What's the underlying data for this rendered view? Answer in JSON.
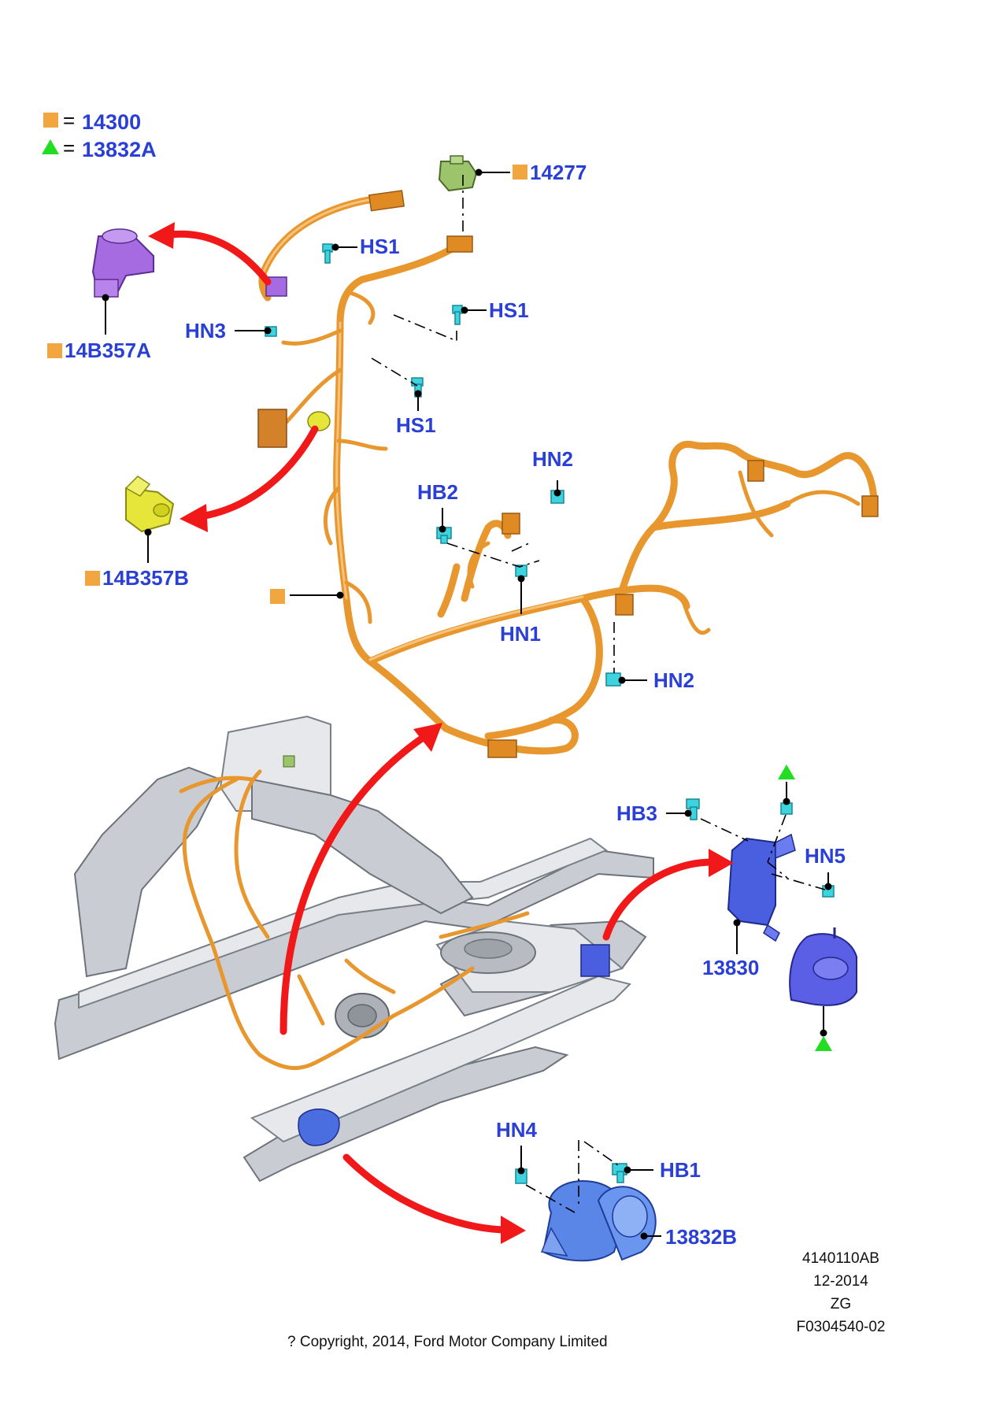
{
  "legend": {
    "square_ref": "14300",
    "triangle_ref": "13832A",
    "equals": "=",
    "square_color": "#f2a63f",
    "triangle_color": "#22dd22"
  },
  "labels": {
    "part_14277": "14277",
    "hs1_top": "HS1",
    "hs1_mid": "HS1",
    "hs1_low": "HS1",
    "hn3": "HN3",
    "part_14b357a": "14B357A",
    "part_14b357b": "14B357B",
    "hn2_top": "HN2",
    "hb2": "HB2",
    "hn1": "HN1",
    "hn2_low": "HN2",
    "hb3": "HB3",
    "hn5": "HN5",
    "part_13830": "13830",
    "hn4": "HN4",
    "hb1": "HB1",
    "part_13832b": "13832B"
  },
  "doc_info": {
    "illustration_no": "4140110AB",
    "date": "12-2014",
    "code": "ZG",
    "figure_no": "F0304540-02"
  },
  "copyright": "? Copyright, 2014, Ford Motor Company Limited",
  "colors": {
    "label_blue": "#2a3fd6",
    "harness_orange": "#e8962e",
    "arrow_red": "#f01818",
    "clip_cyan": "#3fd3e0",
    "connector_purple": "#a66be0",
    "connector_yellow": "#e6e63a",
    "sensor_green": "#9cc46a",
    "horn_blue": "#4a5ee0",
    "frame_grey": "#c9cdd3"
  }
}
